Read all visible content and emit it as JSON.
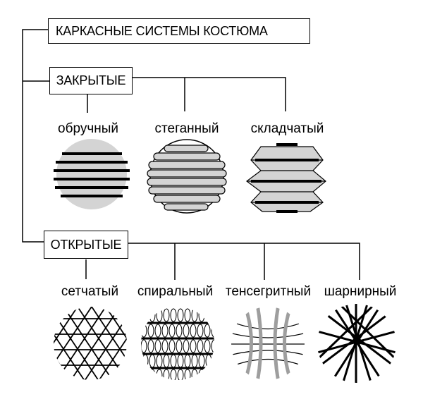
{
  "title": "КАРКАСНЫЕ СИСТЕМЫ КОСТЮМА",
  "groups": {
    "closed": {
      "label": "ЗАКРЫТЫЕ",
      "types": [
        "обручный",
        "стеганный",
        "складчатый"
      ]
    },
    "open": {
      "label": "ОТКРЫТЫЕ",
      "types": [
        "сетчатый",
        "спиральный",
        "тенсегритный",
        "шарнирный"
      ]
    }
  },
  "colors": {
    "line": "#000000",
    "fill": "#d4d4d4",
    "background": "#ffffff"
  },
  "icons": [
    "hoop-frame-icon",
    "quilted-frame-icon",
    "pleated-frame-icon",
    "mesh-frame-icon",
    "spiral-frame-icon",
    "tensegrity-frame-icon",
    "hinged-frame-icon"
  ]
}
